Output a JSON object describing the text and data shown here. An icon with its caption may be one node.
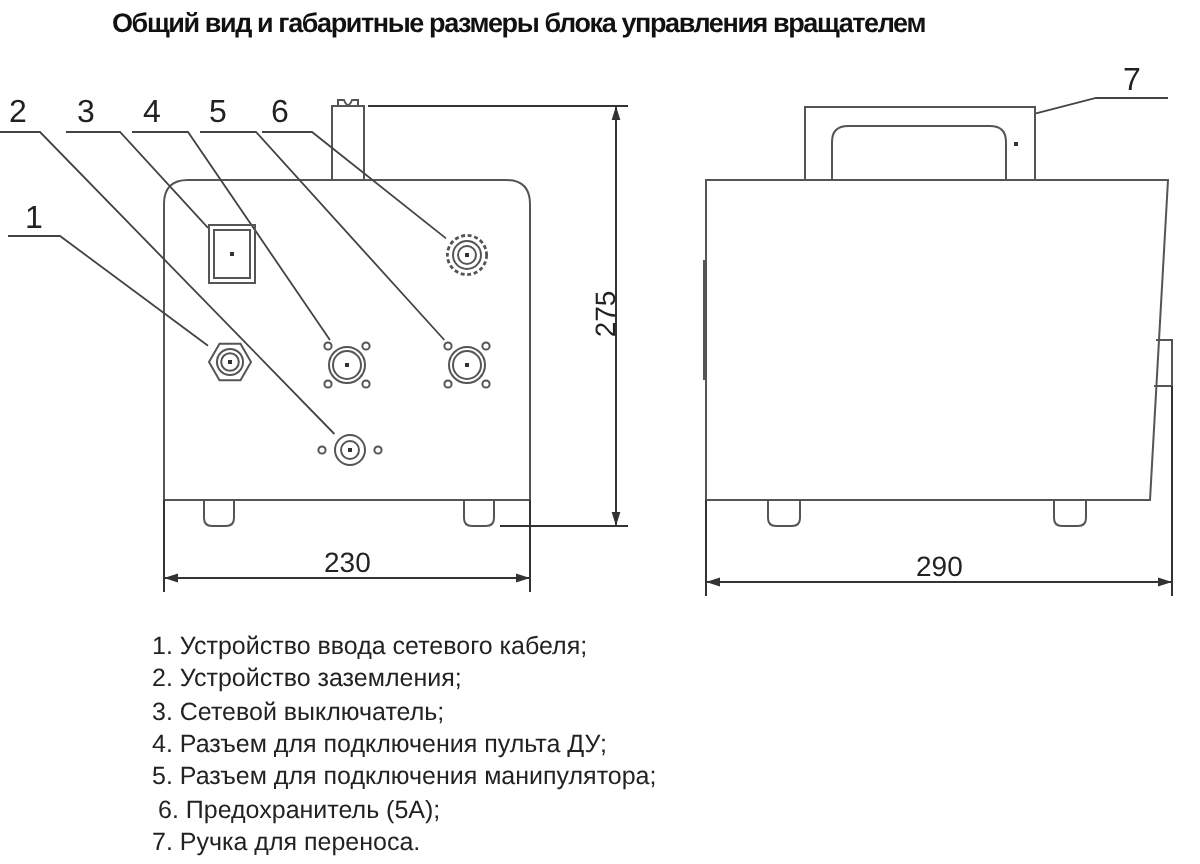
{
  "diagram": {
    "title": "Общий вид и габаритные размеры блока управления вращателем",
    "nodes": [
      {
        "text": [
          "1"
        ]
      },
      {
        "text": [
          "2"
        ]
      },
      {
        "text": [
          "3"
        ]
      },
      {
        "text": [
          "4"
        ]
      },
      {
        "text": [
          "5"
        ]
      },
      {
        "text": [
          "6"
        ]
      },
      {
        "text": [
          "7"
        ]
      },
      {
        "text": [],
        "shape": "hexagon"
      },
      {
        "text": [],
        "shape": "circle"
      },
      {
        "text": [],
        "shape": "box"
      },
      {
        "text": [],
        "shape": "circle"
      },
      {
        "text": [],
        "shape": "circle"
      },
      {
        "text": [],
        "shape": "circle"
      },
      {
        "text": [],
        "shape": "box"
      }
    ],
    "edges": [
      {
        "from": 0,
        "to": 7,
        "arrow": "none"
      },
      {
        "from": 1,
        "to": 8,
        "arrow": "none"
      },
      {
        "from": 2,
        "to": 9,
        "arrow": "none"
      },
      {
        "from": 3,
        "to": 10,
        "arrow": "none"
      },
      {
        "from": 4,
        "to": 11,
        "arrow": "none"
      },
      {
        "from": 5,
        "to": 12,
        "arrow": "none"
      },
      {
        "from": 6,
        "to": 13,
        "arrow": "none"
      }
    ],
    "labels": [
      "275",
      "230",
      "290",
      "1. Устройство ввода сетевого кабеля;",
      "2. Устройство заземления;",
      "3. Сетевой выключатель;",
      "4. Разъем для подключения пульта ДУ;",
      "5. Разъем для подключения манипулятора;",
      "6. Предохранитель (5А);",
      "7. Ручка для переноса."
    ]
  }
}
